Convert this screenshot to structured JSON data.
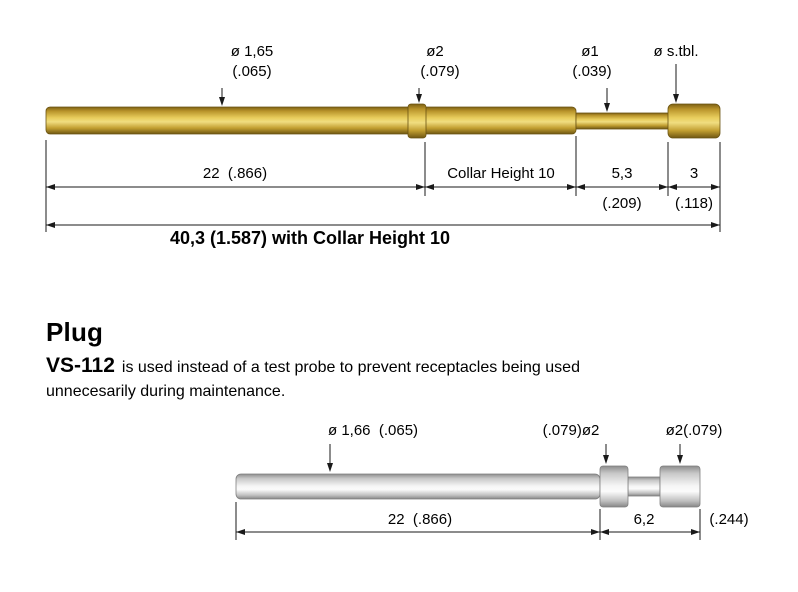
{
  "top": {
    "callouts": {
      "d165": {
        "label": "ø 1,65",
        "sub": "(.065)"
      },
      "d2": {
        "label": "ø2",
        "sub": "(.079)"
      },
      "d1": {
        "label": "ø1",
        "sub": "(.039)"
      },
      "dstbl": {
        "label": "ø s.tbl."
      }
    },
    "dims": {
      "len22": "22  (.866)",
      "collar": "Collar Height 10",
      "len53": "5,3",
      "len53_sub": "(.209)",
      "len3": "3",
      "len3_sub": "(.118)",
      "total": "40,3 (1.587) with Collar Height 10"
    }
  },
  "description": {
    "heading": "Plug",
    "model": "VS-112",
    "line1": "is used instead of a test probe to prevent receptacles being used",
    "line2": "unnecesarily during maintenance."
  },
  "bottom": {
    "callouts": {
      "d166": "ø 1,66  (.065)",
      "d2_left": "(.079)ø2",
      "d2_right": "ø2(.079)"
    },
    "dims": {
      "len22": "22  (.866)",
      "len62": "6,2",
      "len62_sub": "(.244)"
    }
  },
  "colors": {
    "gold": "#d9b33a",
    "steel": "#e8e8e8",
    "line": "#1a1a1a"
  }
}
